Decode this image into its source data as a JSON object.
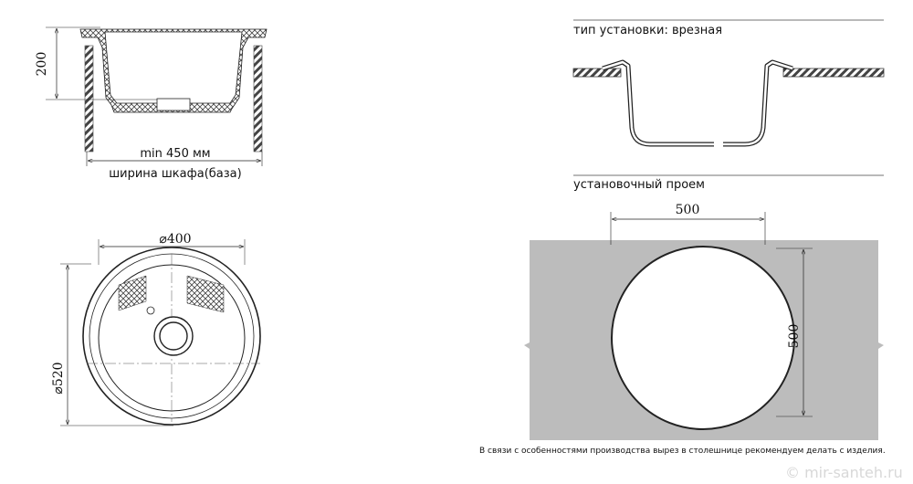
{
  "side_view": {
    "height_dim": "200",
    "min_width": "min 450 мм",
    "cabinet_label": "ширина шкафа(база)"
  },
  "top_view": {
    "bowl_diameter": "⌀400",
    "outer_diameter": "⌀520"
  },
  "install": {
    "type_label": "тип установки: врезная",
    "opening_label": "установочный проем",
    "cutout_width": "500",
    "cutout_height": "500"
  },
  "footnote": "В связи с особенностями производства вырез в столешнице рекомендуем делать с изделия.",
  "watermark": "© mir-santeh.ru",
  "colors": {
    "countertop": "#bcbcbc",
    "line": "#222222"
  }
}
